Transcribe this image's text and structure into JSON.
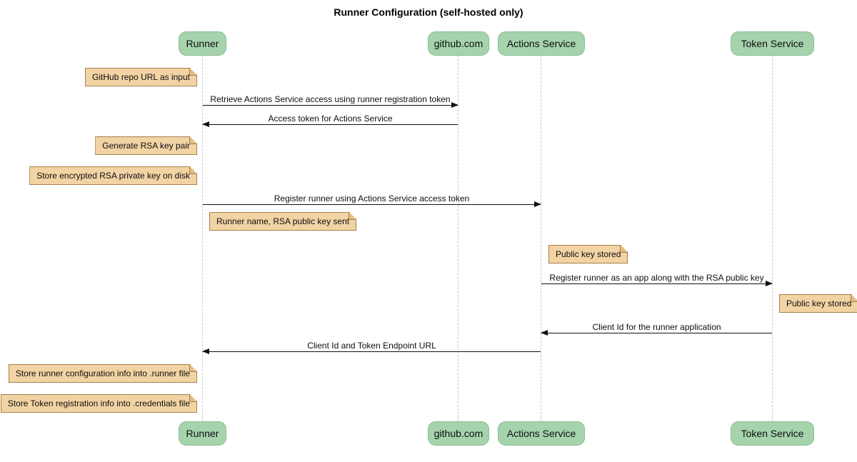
{
  "title": "Runner Configuration (self-hosted only)",
  "colors": {
    "participant_fill": "#A5D3AC",
    "participant_border": "#8BBD95",
    "note_fill": "#F2D3A4",
    "note_border": "#A97F4E",
    "note_fold": "#E2BD86",
    "lifeline": "#C8C8C8",
    "arrow": "#111111"
  },
  "participants": [
    {
      "label": "Runner"
    },
    {
      "label": "github.com"
    },
    {
      "label": "Actions Service"
    },
    {
      "label": "Token Service"
    }
  ],
  "messages": [
    {
      "from": "Runner",
      "to": "github.com",
      "label": "Retrieve Actions Service access using runner registration token"
    },
    {
      "from": "github.com",
      "to": "Runner",
      "label": "Access token for Actions Service"
    },
    {
      "from": "Runner",
      "to": "Actions Service",
      "label": "Register runner using Actions Service access token"
    },
    {
      "from": "Actions Service",
      "to": "Token Service",
      "label": "Register runner as an app along with the RSA public key"
    },
    {
      "from": "Token Service",
      "to": "Actions Service",
      "label": "Client Id for the runner application"
    },
    {
      "from": "Actions Service",
      "to": "Runner",
      "label": "Client Id and Token Endpoint URL"
    }
  ],
  "notes": [
    {
      "attached_to": "Runner",
      "side": "left",
      "text": "GitHub repo URL as input"
    },
    {
      "attached_to": "Runner",
      "side": "left",
      "text": "Generate RSA key pair"
    },
    {
      "attached_to": "Runner",
      "side": "left",
      "text": "Store encrypted RSA private key on disk"
    },
    {
      "attached_to": "Runner",
      "side": "right",
      "text": "Runner name, RSA public key sent"
    },
    {
      "attached_to": "Actions Service",
      "side": "right",
      "text": "Public key stored"
    },
    {
      "attached_to": "Token Service",
      "side": "right",
      "text": "Public key stored"
    },
    {
      "attached_to": "Runner",
      "side": "left",
      "text": "Store runner configuration info into .runner file"
    },
    {
      "attached_to": "Runner",
      "side": "left",
      "text": "Store Token registration info into .credentials file"
    }
  ]
}
